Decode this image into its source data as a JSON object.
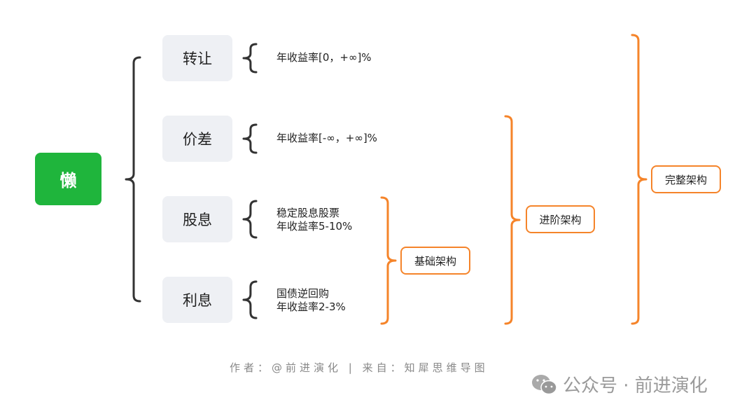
{
  "root": {
    "label": "懒"
  },
  "items": [
    {
      "label": "转让",
      "desc": [
        "年收益率[0，+∞]%"
      ]
    },
    {
      "label": "价差",
      "desc": [
        "年收益率[-∞，+∞]%"
      ]
    },
    {
      "label": "股息",
      "desc": [
        "稳定股息股票",
        "年收益率5-10%"
      ]
    },
    {
      "label": "利息",
      "desc": [
        "国债逆回购",
        "年收益率2-3%"
      ]
    }
  ],
  "groups": [
    {
      "label": "基础架构"
    },
    {
      "label": "进阶架构"
    },
    {
      "label": "完整架构"
    }
  ],
  "footer": {
    "credit": "作者：@前进演化 | 来自：知犀思维导图"
  },
  "watermark": {
    "text": "公众号 · 前进演化"
  },
  "colors": {
    "root": "#1fb53c",
    "accent": "#f5842a",
    "item_bg": "#eef0f4"
  }
}
